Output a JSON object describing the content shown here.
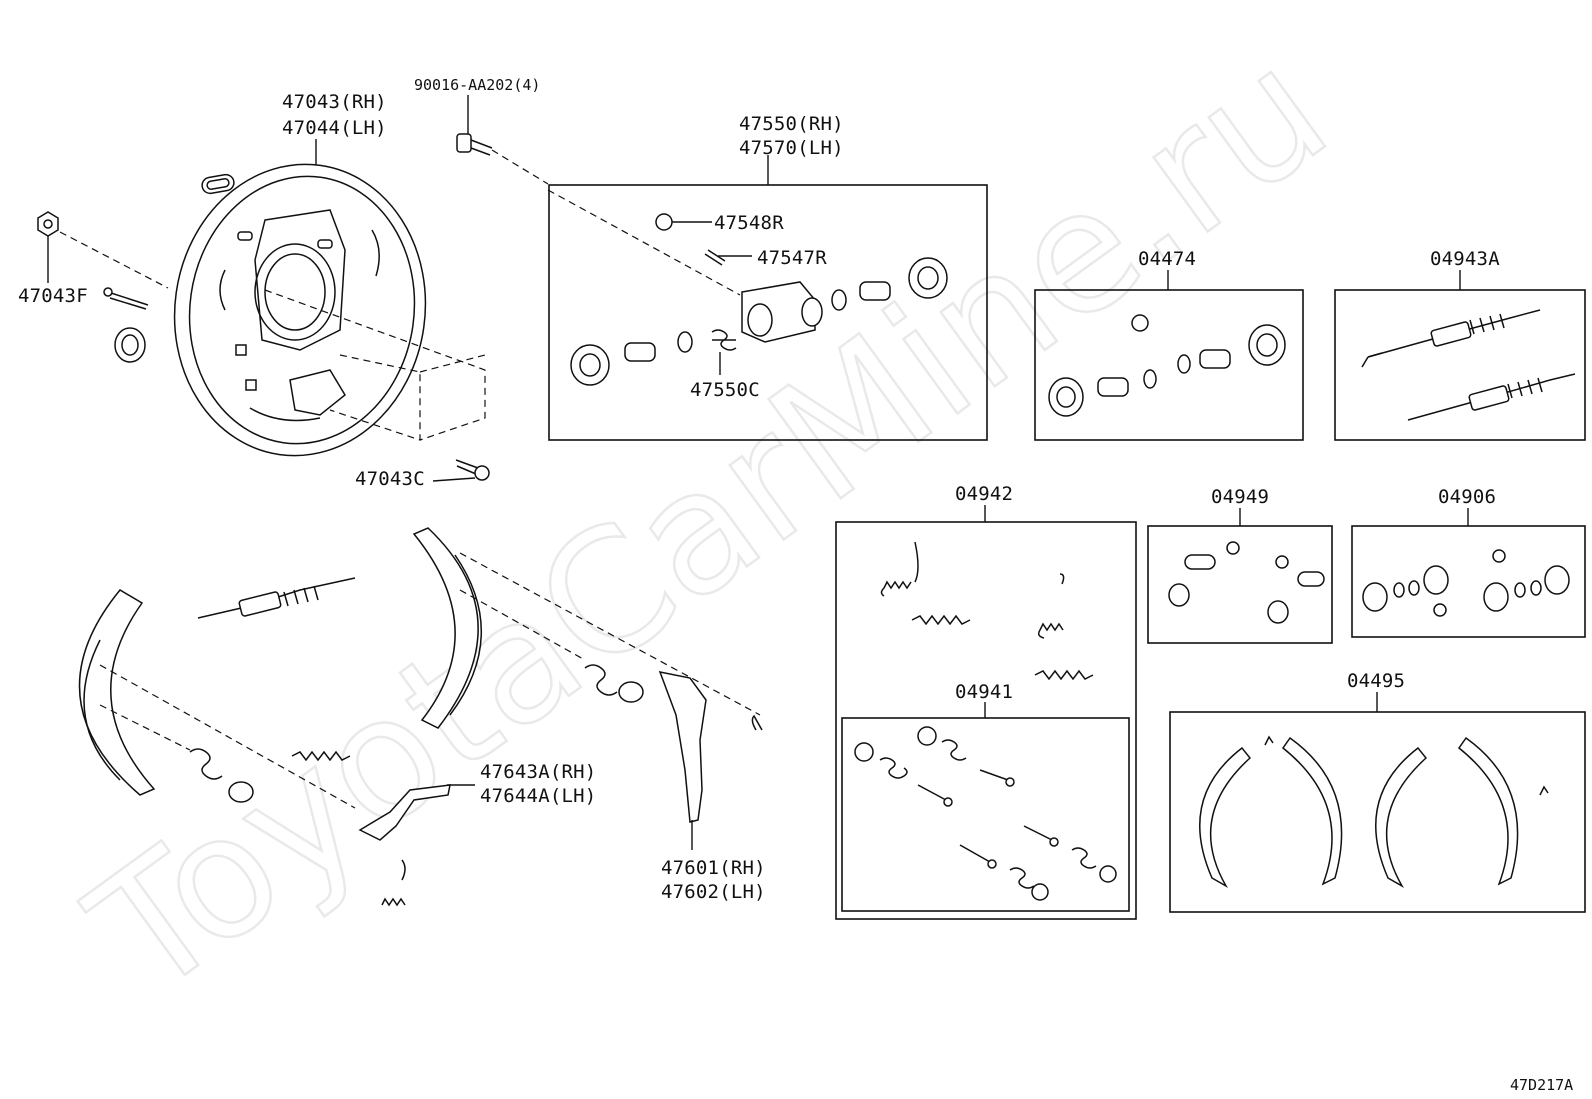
{
  "watermark": "ToyotaCarMine.ru",
  "diagram_code": "47D217A",
  "labels": {
    "plate": [
      "47043(RH)",
      "47044(LH)"
    ],
    "bolt": "90016-AA202(4)",
    "nut": "47043F",
    "plug": "47043C",
    "cylinder": [
      "47550(RH)",
      "47570(LH)"
    ],
    "cap": "47548R",
    "bleeder": "47547R",
    "spring_cyl": "47550C",
    "lever_hold": [
      "47643A(RH)",
      "47644A(LH)"
    ],
    "lever_park": [
      "47601(RH)",
      "47602(LH)"
    ]
  },
  "kits": {
    "k04474": "04474",
    "k04943a": "04943A",
    "k04942": "04942",
    "k04949": "04949",
    "k04906": "04906",
    "k04941": "04941",
    "k04495": "04495"
  }
}
